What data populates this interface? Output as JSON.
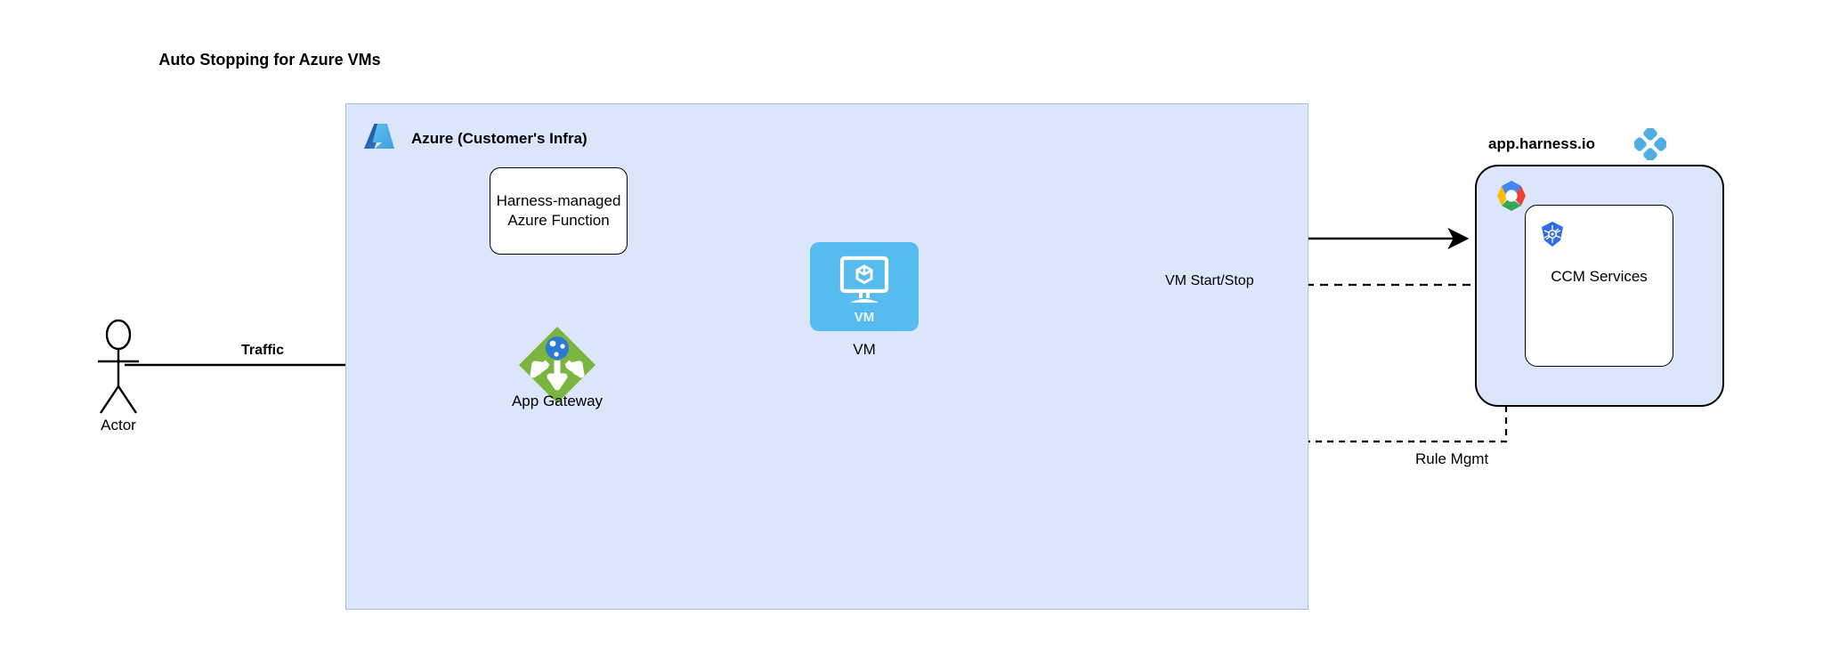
{
  "diagram": {
    "title": "Auto Stopping for Azure VMs",
    "colors": {
      "container_fill": "#DCE6FB",
      "container_border": "#a9bde0",
      "vm_blue": "#56BCEF",
      "gateway_green": "#7AB53F",
      "harness_blue": "#4FADE3",
      "edge_black": "#000000"
    }
  },
  "azure": {
    "label": "Azure (Customer's Infra)",
    "logo_icon": "azure-logo-icon",
    "function": {
      "label": "Harness-managed Azure Function"
    },
    "gateway": {
      "label": "App Gateway",
      "icon": "app-gateway-icon"
    },
    "vm": {
      "label": "VM",
      "badge": "VM",
      "icon": "virtual-machine-icon"
    }
  },
  "harness": {
    "label": "app.harness.io",
    "logo_icon": "harness-logo-icon",
    "gcp_icon": "gcp-hexagon-icon",
    "k8s_icon": "kubernetes-icon",
    "service": {
      "label": "CCM Services"
    }
  },
  "actor": {
    "label": "Actor",
    "icon": "actor-stick-figure-icon"
  },
  "edges": [
    {
      "name": "traffic",
      "label": "Traffic",
      "style": "solid"
    },
    {
      "name": "vm-start-stop",
      "label": "VM Start/Stop",
      "style": "dashed"
    },
    {
      "name": "rule-mgmt",
      "label": "Rule Mgmt",
      "style": "dashed"
    }
  ]
}
